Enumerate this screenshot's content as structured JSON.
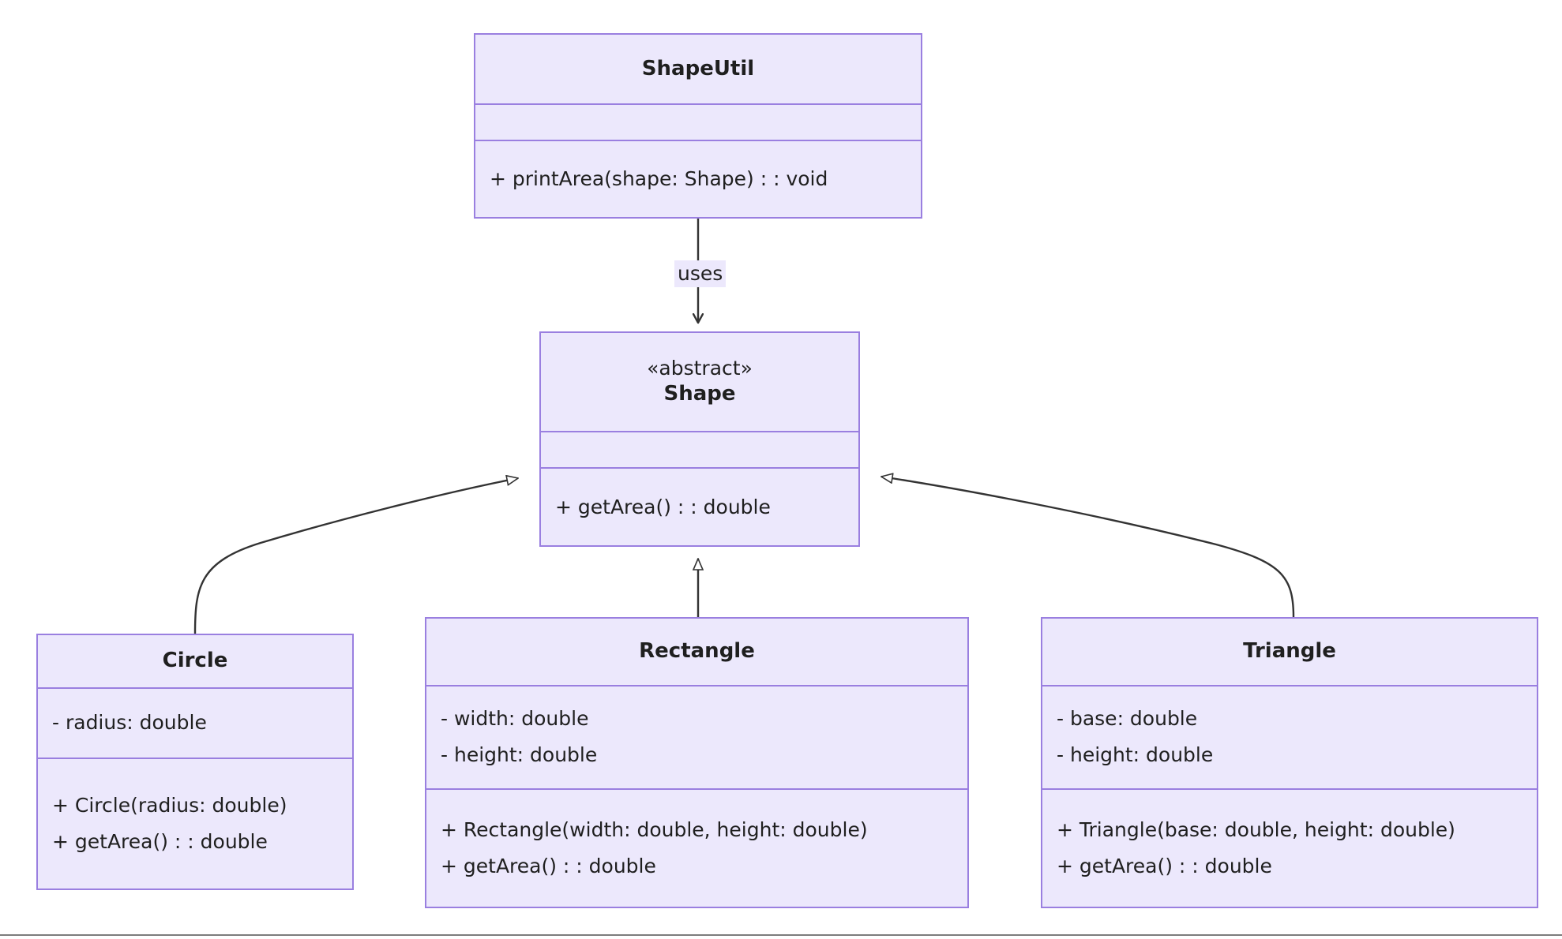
{
  "diagram": {
    "type": "uml-class-diagram",
    "colors": {
      "node_fill": "#ECE8FC",
      "node_border": "#9A7FE0",
      "text": "#1F1F1F",
      "edge": "#333333",
      "page_rule": "#7D7D7D",
      "background": "#FFFFFF"
    },
    "classes": [
      {
        "id": "shapeutil",
        "name": "ShapeUtil",
        "stereotype": "",
        "attributes": [],
        "methods": [
          "+ printArea(shape: Shape) : : void"
        ]
      },
      {
        "id": "shape",
        "name": "Shape",
        "stereotype": "«abstract»",
        "attributes": [],
        "methods": [
          "+ getArea() : : double"
        ]
      },
      {
        "id": "circle",
        "name": "Circle",
        "stereotype": "",
        "attributes": [
          "- radius: double"
        ],
        "methods": [
          "+ Circle(radius: double)",
          "+ getArea() : : double"
        ]
      },
      {
        "id": "rectangle",
        "name": "Rectangle",
        "stereotype": "",
        "attributes": [
          "- width: double",
          "- height: double"
        ],
        "methods": [
          "+ Rectangle(width: double, height: double)",
          "+ getArea() : : double"
        ]
      },
      {
        "id": "triangle",
        "name": "Triangle",
        "stereotype": "",
        "attributes": [
          "- base: double",
          "- height: double"
        ],
        "methods": [
          "+ Triangle(base: double, height: double)",
          "+ getArea() : : double"
        ]
      }
    ],
    "relationships": [
      {
        "id": "uses",
        "from": "shapeutil",
        "to": "shape",
        "kind": "dependency",
        "arrow": "open-arrow",
        "label": "uses"
      },
      {
        "id": "circle-extends-shape",
        "from": "circle",
        "to": "shape",
        "kind": "generalization",
        "arrow": "hollow-triangle",
        "label": ""
      },
      {
        "id": "rectangle-extends-shape",
        "from": "rectangle",
        "to": "shape",
        "kind": "generalization",
        "arrow": "hollow-triangle",
        "label": ""
      },
      {
        "id": "triangle-extends-shape",
        "from": "triangle",
        "to": "shape",
        "kind": "generalization",
        "arrow": "hollow-triangle",
        "label": ""
      }
    ]
  }
}
